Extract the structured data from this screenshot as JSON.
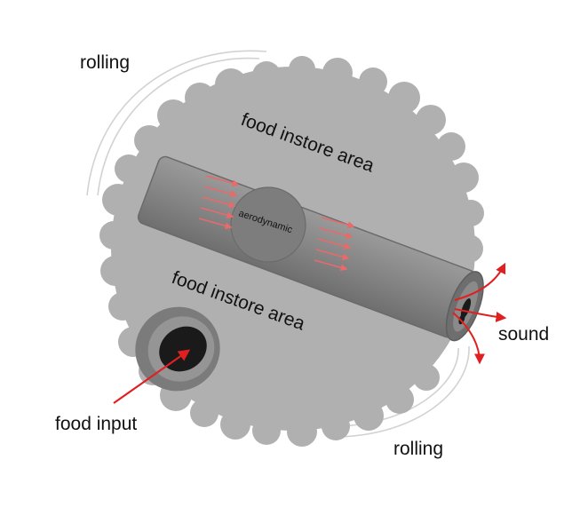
{
  "labels": {
    "rolling_top": "rolling",
    "rolling_bottom": "rolling",
    "food_instore_area_top": "food instore area",
    "food_instore_area_bottom": "food instore area",
    "aerodynamic": "aerodynamic",
    "sound": "sound",
    "food_input": "food input"
  },
  "colors": {
    "body": "#b0b0b0",
    "tube": "#8c8c8c",
    "tube_dark": "#6e6e6e",
    "hole": "#1a1a1a",
    "arrow": "#e02020",
    "rolling_arc": "#cfcfcf"
  }
}
